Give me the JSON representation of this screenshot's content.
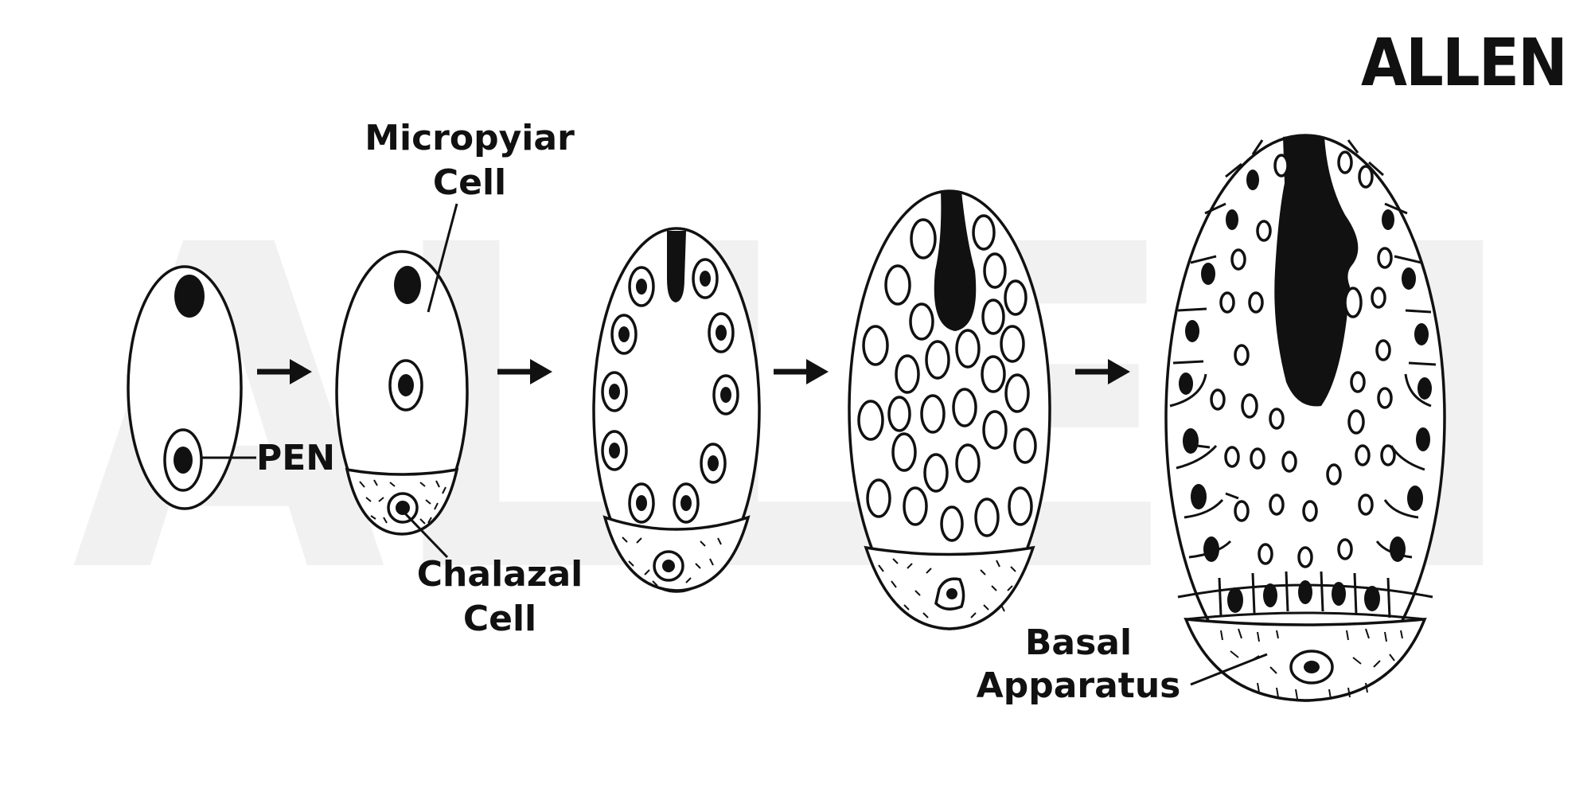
{
  "brand": {
    "logo_text": "ALLEN",
    "watermark_text": "ALLEN"
  },
  "labels": {
    "micropylar_line1": "Micropyiar",
    "micropylar_line2": "Cell",
    "pen": "PEN",
    "chalazal_line1": "Chalazal",
    "chalazal_line2": "Cell",
    "basal_line1": "Basal",
    "basal_line2": "Apparatus"
  },
  "colors": {
    "ink": "#111111",
    "watermark": "#f1f1f1",
    "background": "#ffffff"
  },
  "stages": [
    {
      "id": 1,
      "name": "primary-endosperm-nucleus-stage"
    },
    {
      "id": 2,
      "name": "two-celled-stage"
    },
    {
      "id": 3,
      "name": "free-nuclear-stage"
    },
    {
      "id": 4,
      "name": "haustorium-stage"
    },
    {
      "id": 5,
      "name": "cellular-endosperm-stage"
    }
  ]
}
